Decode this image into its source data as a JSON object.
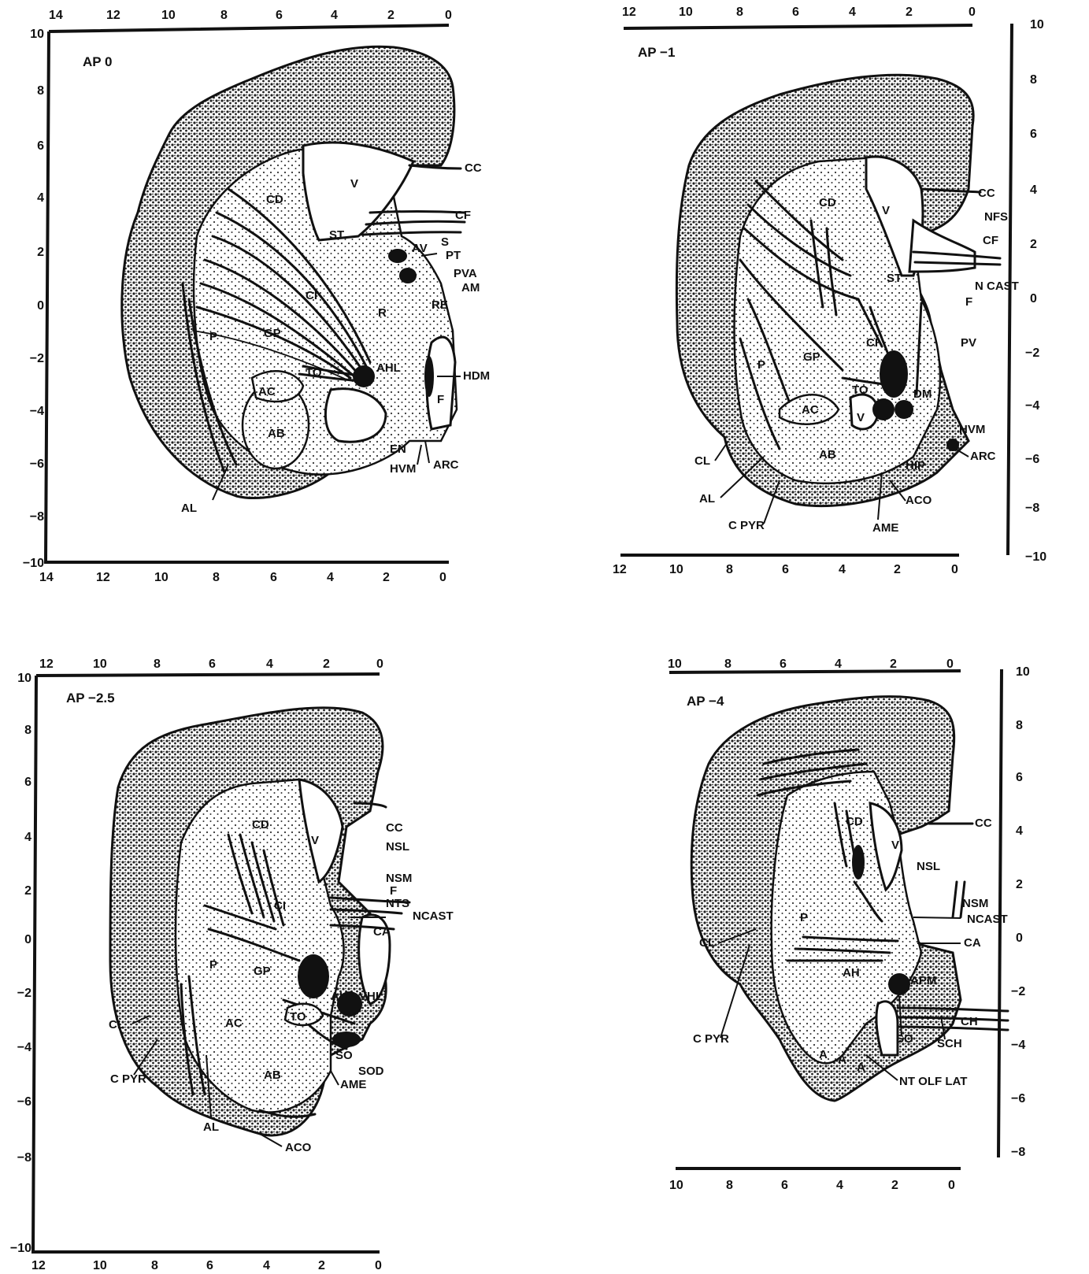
{
  "panels": [
    {
      "ap_label": "AP 0",
      "x_ticks": [
        "14",
        "12",
        "10",
        "8",
        "6",
        "4",
        "2",
        "0"
      ],
      "y_ticks": [
        "10",
        "8",
        "6",
        "4",
        "2",
        "0",
        "−2",
        "−4",
        "−6",
        "−8",
        "−10"
      ],
      "structures": [
        "CC",
        "CD",
        "V",
        "CF",
        "ST",
        "AV",
        "S",
        "PT",
        "PVA",
        "AM",
        "CI",
        "RE",
        "R",
        "GP",
        "P",
        "AHL",
        "HDM",
        "TO",
        "AC",
        "F",
        "AB",
        "EN",
        "HVM",
        "ARC",
        "AL"
      ]
    },
    {
      "ap_label": "AP −1",
      "x_ticks": [
        "12",
        "10",
        "8",
        "6",
        "4",
        "2",
        "0"
      ],
      "y_ticks": [
        "10",
        "8",
        "6",
        "4",
        "2",
        "0",
        "−2",
        "−4",
        "−6",
        "−8",
        "−10"
      ],
      "structures": [
        "CC",
        "NFS",
        "CD",
        "V",
        "CF",
        "ST",
        "N CAST",
        "F",
        "PV",
        "CI",
        "GP",
        "P",
        "TO",
        "DM",
        "AC",
        "V",
        "HVM",
        "ARC",
        "CL",
        "AB",
        "HIP",
        "AL",
        "ACO",
        "C PYR",
        "AME"
      ]
    },
    {
      "ap_label": "AP −2.5",
      "x_ticks": [
        "12",
        "10",
        "8",
        "6",
        "4",
        "2",
        "0"
      ],
      "y_ticks": [
        "10",
        "8",
        "6",
        "4",
        "2",
        "0",
        "−2",
        "−4",
        "−6",
        "−8",
        "−10"
      ],
      "structures": [
        "CC",
        "CD",
        "V",
        "NSL",
        "NSM",
        "F",
        "NTS",
        "NCAST",
        "CI",
        "CA",
        "P",
        "GP",
        "AHA",
        "VHL",
        "CL",
        "TO",
        "AC",
        "SO",
        "SOD",
        "C PYR",
        "AB",
        "AME",
        "AL",
        "ACO"
      ]
    },
    {
      "ap_label": "AP −4",
      "x_ticks": [
        "10",
        "8",
        "6",
        "4",
        "2",
        "0"
      ],
      "y_ticks": [
        "10",
        "8",
        "6",
        "4",
        "2",
        "0",
        "−2",
        "−4",
        "−6",
        "−8"
      ],
      "structures": [
        "CC",
        "CD",
        "V",
        "NSL",
        "NSM",
        "NCAST",
        "CL",
        "P",
        "CA",
        "AH",
        "APM",
        "CH",
        "C PYR",
        "SO",
        "SCH",
        "A",
        "A",
        "A",
        "NT OLF LAT"
      ]
    }
  ]
}
